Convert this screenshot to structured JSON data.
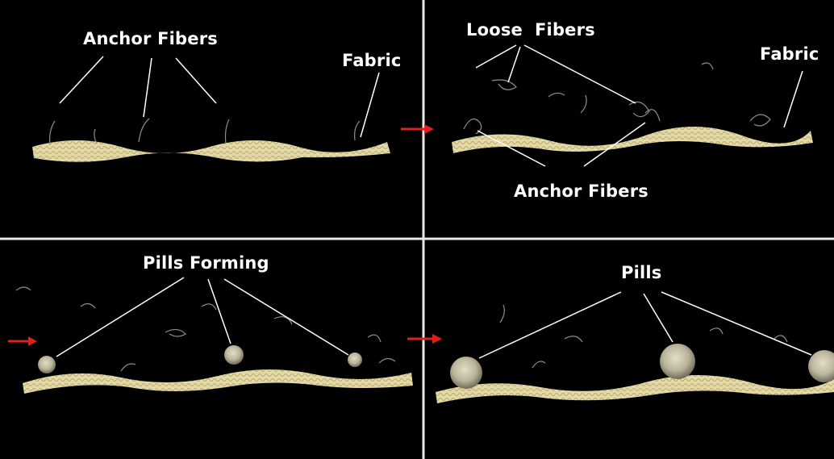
{
  "panels": {
    "top_left": {
      "anchor_label": "Anchor Fibers",
      "fabric_label": "Fabric"
    },
    "top_right": {
      "loose_label": "Loose  Fibers",
      "fabric_label": "Fabric",
      "anchor_label": "Anchor Fibers"
    },
    "bottom_left": {
      "pills_forming_label": "Pills Forming"
    },
    "bottom_right": {
      "pills_label": "Pills"
    }
  },
  "colors": {
    "background": "#000000",
    "divider": "#e8e8e8",
    "fabric": "#e3d9a6",
    "fabric_dark": "#b8ab72",
    "arrow": "#e0201c",
    "label": "#ffffff",
    "fiber": "#8f8f86",
    "pill": "#cfcab0"
  }
}
